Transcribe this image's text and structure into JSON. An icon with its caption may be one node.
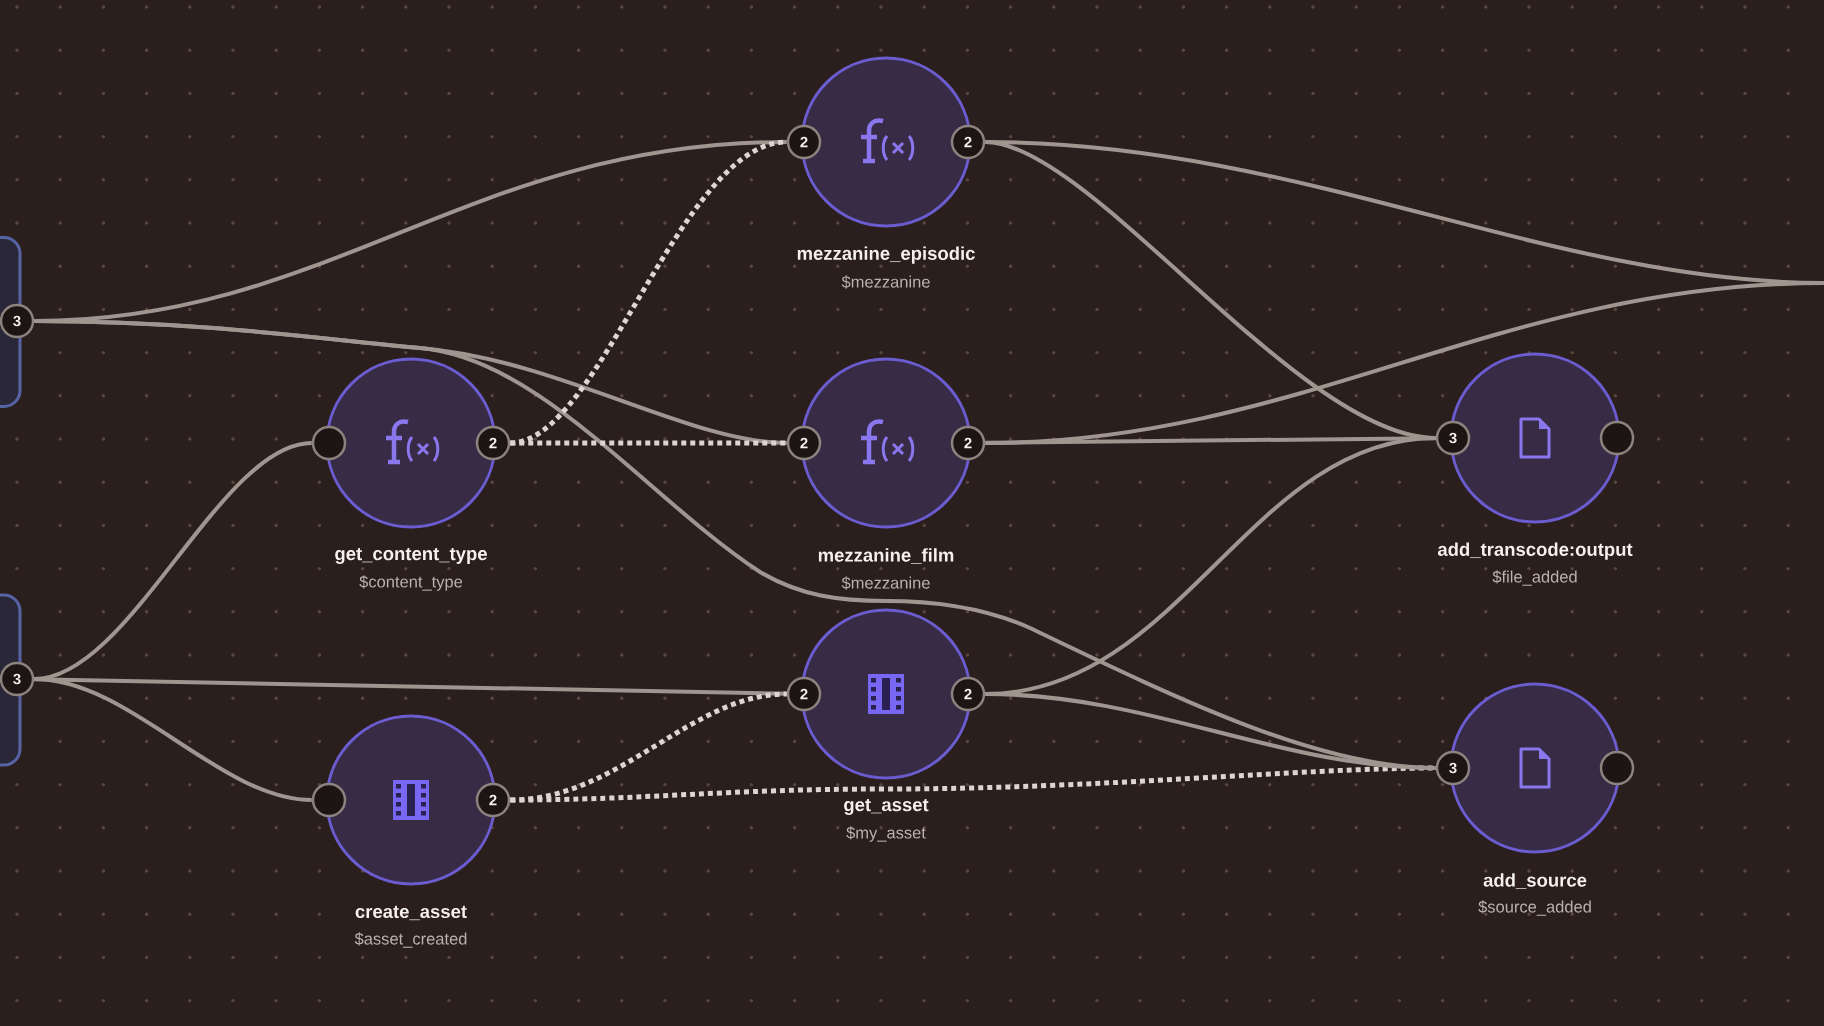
{
  "diagram": {
    "nodes": [
      {
        "text": [],
        "shape": "box"
      },
      {
        "text": [
          "3"
        ]
      },
      {
        "text": [],
        "shape": "box"
      },
      {
        "text": [
          "3"
        ]
      },
      {
        "text": [
          "get_content_type",
          "$content_type"
        ]
      },
      {
        "text": [],
        "shape": "circle"
      },
      {
        "text": [
          "2"
        ]
      },
      {
        "text": [
          "create_asset",
          "$asset_created"
        ]
      },
      {
        "text": [],
        "shape": "circle"
      },
      {
        "text": [
          "2"
        ]
      },
      {
        "text": [
          "mezzanine_episodic",
          "$mezzanine"
        ]
      },
      {
        "text": [
          "2"
        ]
      },
      {
        "text": [
          "2"
        ]
      },
      {
        "text": [
          "mezzanine_film",
          "$mezzanine"
        ]
      },
      {
        "text": [
          "2"
        ]
      },
      {
        "text": [
          "2"
        ]
      },
      {
        "text": [
          "get_asset",
          "$my_asset"
        ]
      },
      {
        "text": [
          "2"
        ]
      },
      {
        "text": [
          "2"
        ]
      },
      {
        "text": [
          "add_transcode:output",
          "$file_added"
        ]
      },
      {
        "text": [
          "3"
        ]
      },
      {
        "text": [],
        "shape": "circle"
      },
      {
        "text": [
          "add_source",
          "$source_added"
        ]
      },
      {
        "text": [
          "3"
        ]
      },
      {
        "text": [],
        "shape": "circle"
      }
    ],
    "edges": [
      {
        "from": 1,
        "to": 11,
        "arrow": "none"
      },
      {
        "from": 1,
        "to": 14,
        "arrow": "none"
      },
      {
        "from": 1,
        "to": 23,
        "arrow": "none"
      },
      {
        "from": 3,
        "to": 5,
        "arrow": "none"
      },
      {
        "from": 3,
        "to": 17,
        "arrow": "none"
      },
      {
        "from": 3,
        "to": 8,
        "arrow": "none"
      },
      {
        "from": 6,
        "to": 11,
        "arrow": "none",
        "style": "dashed",
        "color": "#ddd5cf"
      },
      {
        "from": 6,
        "to": 14,
        "arrow": "none",
        "style": "dashed",
        "color": "#ddd5cf"
      },
      {
        "from": 9,
        "to": 17,
        "arrow": "none",
        "style": "dashed",
        "color": "#ddd5cf"
      },
      {
        "from": 9,
        "to": 23,
        "arrow": "none",
        "style": "dashed",
        "color": "#ddd5cf"
      },
      {
        "from": 12,
        "to": 20,
        "arrow": "none"
      },
      {
        "from": 12,
        "to": null,
        "arrow": "none"
      },
      {
        "from": 15,
        "to": 20,
        "arrow": "none"
      },
      {
        "from": 15,
        "to": null,
        "arrow": "none"
      },
      {
        "from": 18,
        "to": 20,
        "arrow": "none"
      },
      {
        "from": 18,
        "to": 23,
        "arrow": "none"
      }
    ]
  }
}
